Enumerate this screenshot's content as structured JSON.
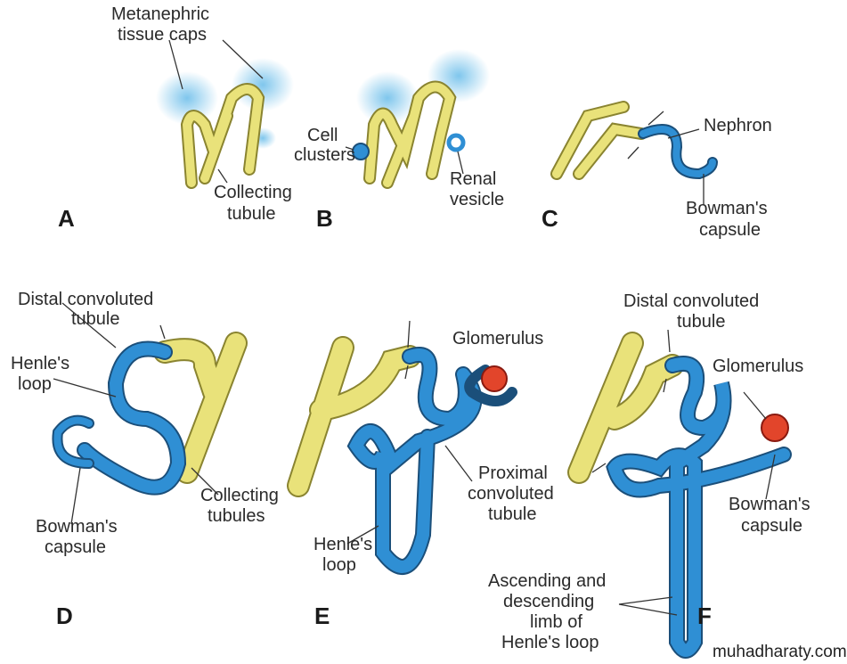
{
  "panels": {
    "a": "A",
    "b": "B",
    "c": "C",
    "d": "D",
    "e": "E",
    "f": "F"
  },
  "labels": {
    "metanephric_1": "Metanephric",
    "metanephric_2": "tissue caps",
    "cell_clusters_1": "Cell",
    "cell_clusters_2": "clusters",
    "collecting_tubule_1": "Collecting",
    "collecting_tubule_2": "tubule",
    "renal_vesicle_1": "Renal",
    "renal_vesicle_2": "vesicle",
    "nephron": "Nephron",
    "bowman_c_1": "Bowman's",
    "bowman_c_2": "capsule",
    "distal_d_1": "Distal convoluted",
    "distal_d_2": "tubule",
    "henle_d_1": "Henle's",
    "henle_d_2": "loop",
    "bowman_d_1": "Bowman's",
    "bowman_d_2": "capsule",
    "collecting_d_1": "Collecting",
    "collecting_d_2": "tubules",
    "glomerulus_e": "Glomerulus",
    "proximal_1": "Proximal",
    "proximal_2": "convoluted",
    "proximal_3": "tubule",
    "henle_e_1": "Henle's",
    "henle_e_2": "loop",
    "distal_f_1": "Distal convoluted",
    "distal_f_2": "tubule",
    "glomerulus_f": "Glomerulus",
    "bowman_f_1": "Bowman's",
    "bowman_f_2": "capsule",
    "limb_1": "Ascending and",
    "limb_2": "descending",
    "limb_3": "limb of",
    "limb_4": "Henle's loop"
  },
  "watermark": "muhadharaty.com",
  "colors": {
    "tubule_yellow": "#e9e27a",
    "nephron_blue": "#2f8fd4",
    "glomerulus_red": "#e2452b",
    "tissue_cap_blue": "#5fb8e8"
  }
}
